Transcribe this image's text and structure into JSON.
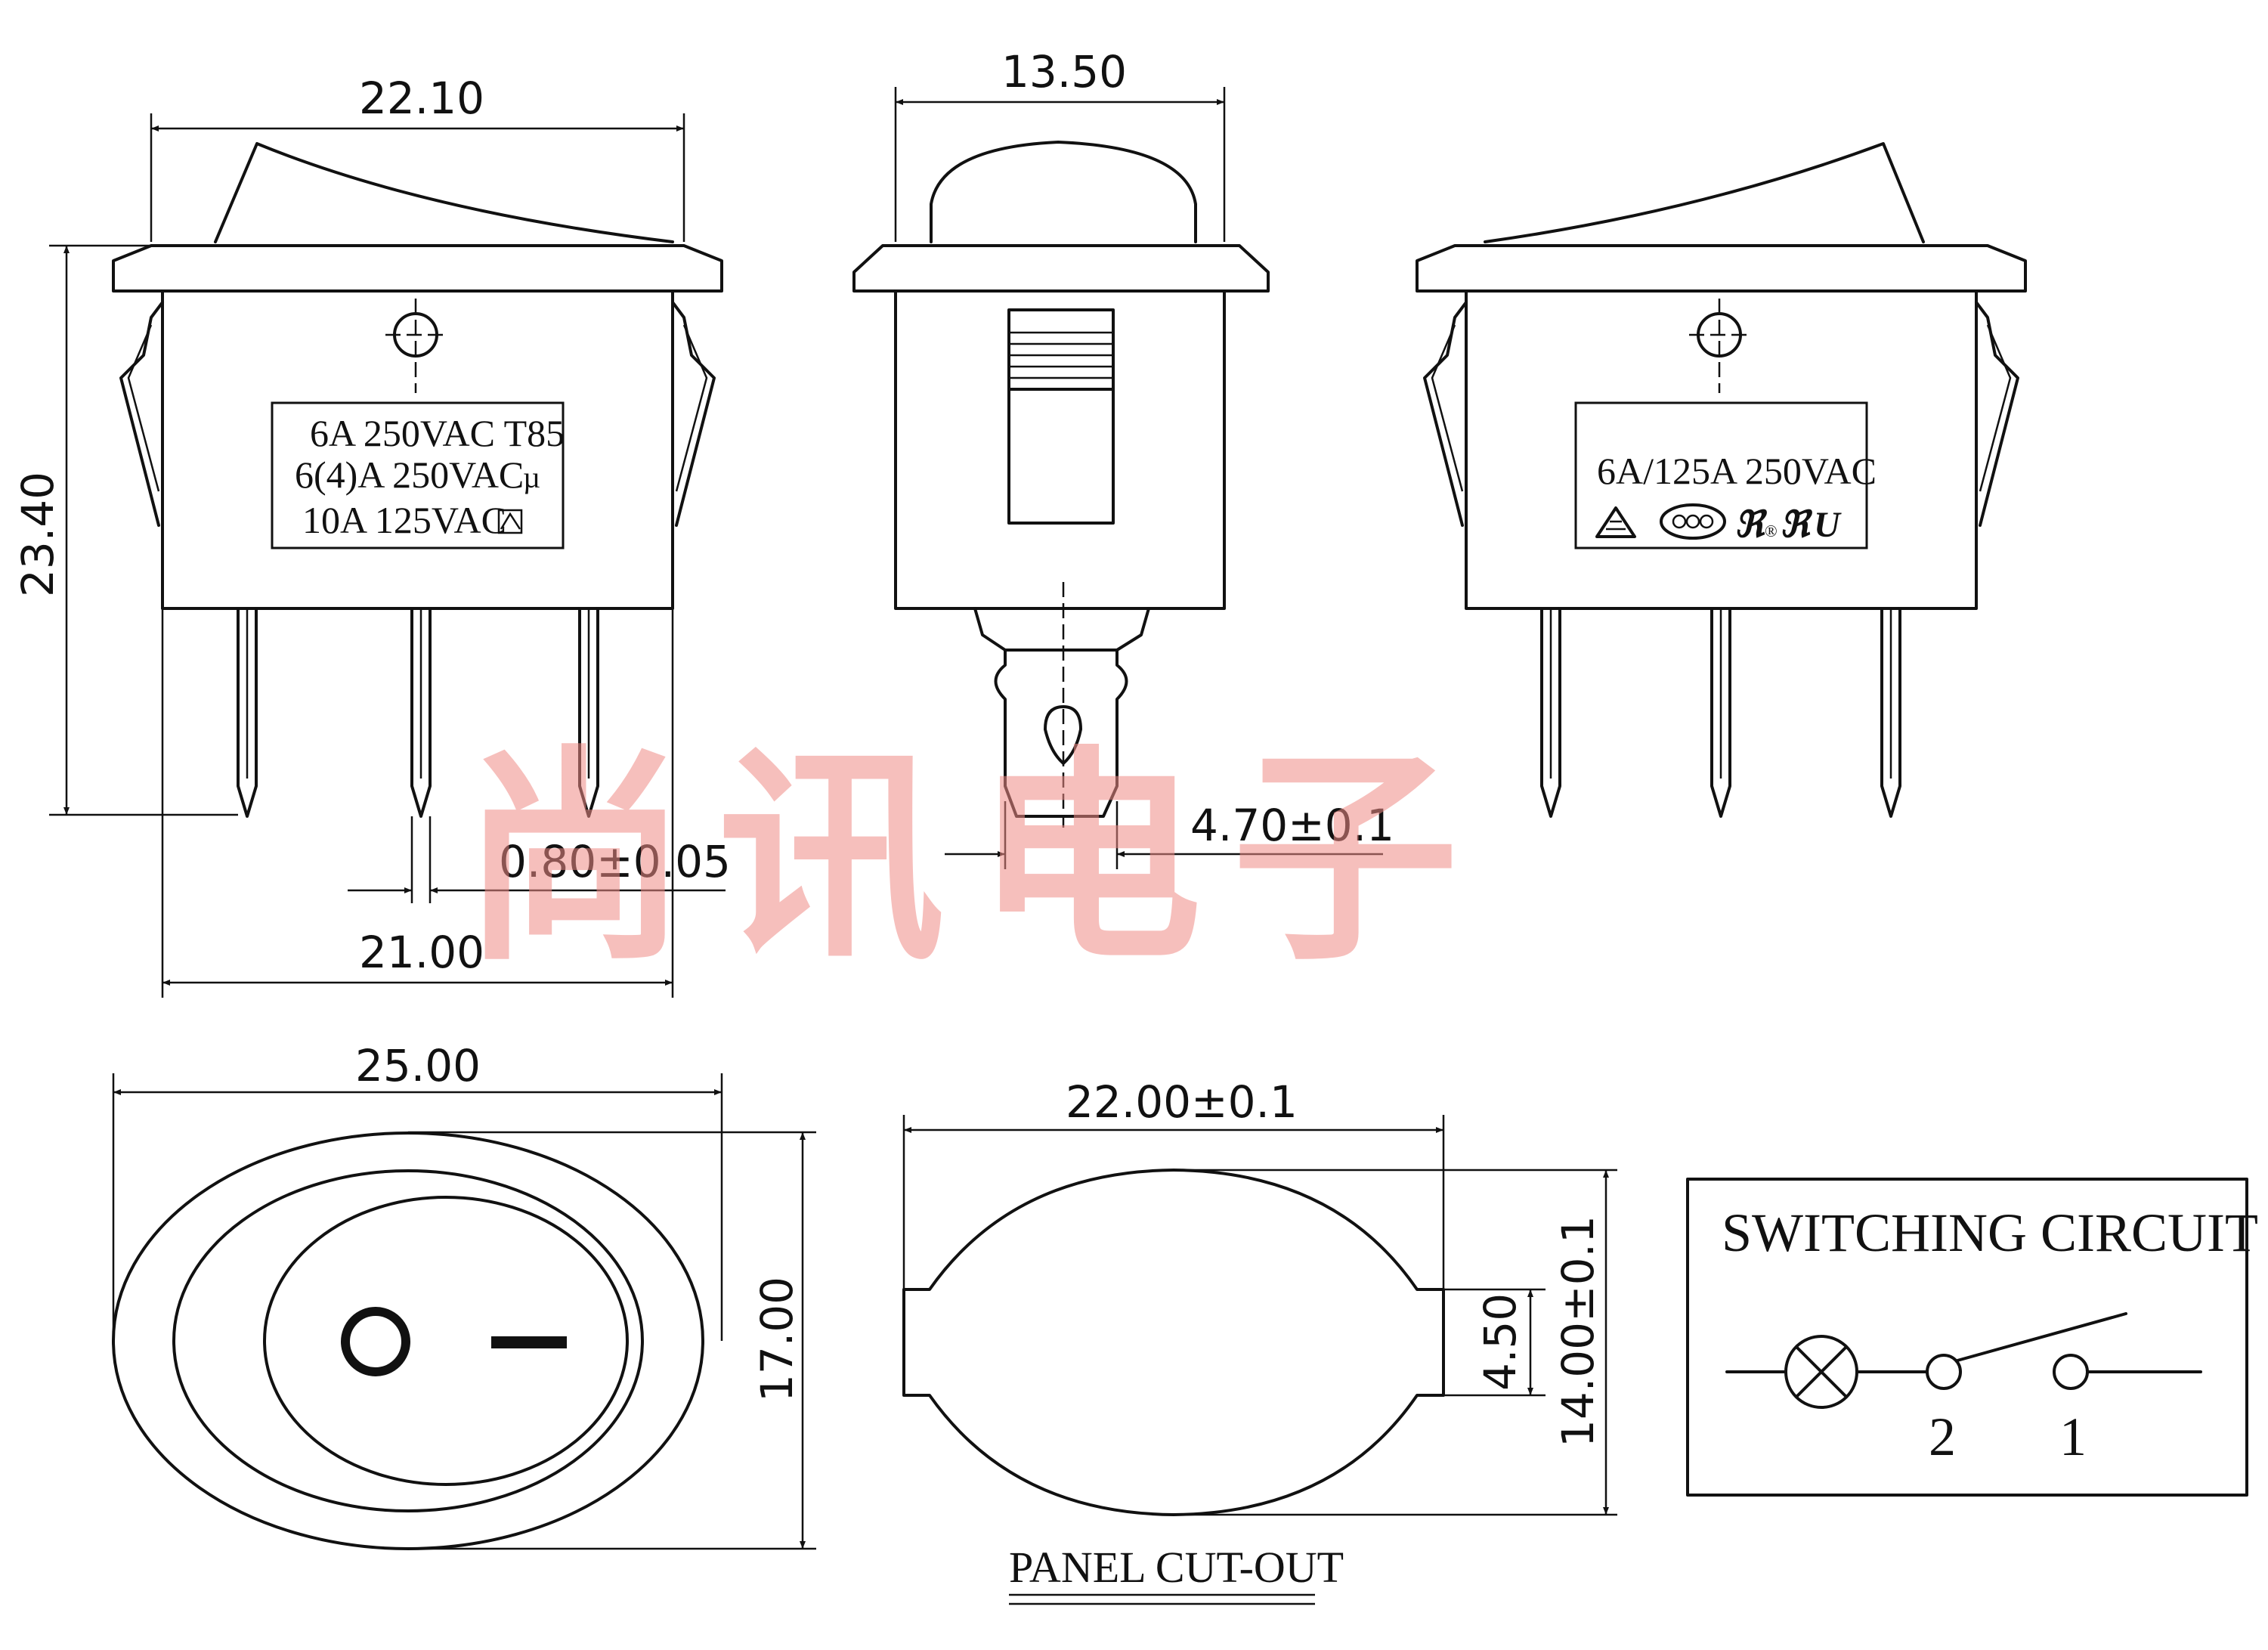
{
  "dimensions": {
    "front_width": "22.10",
    "side_width": "13.50",
    "height": "23.40",
    "pin_thickness": "0.80±0.05",
    "pin_span": "21.00",
    "terminal_width": "4.70±0.1",
    "bezel_width": "25.00",
    "bezel_height": "17.00",
    "cutout_width": "22.00±0.1",
    "cutout_notch": "4.50",
    "cutout_height": "14.00±0.1"
  },
  "left_label": {
    "line1": "6A  250VAC  T85",
    "line2": "6(4)A  250VAC",
    "line3": "10A  125VAC"
  },
  "right_label": {
    "rating": "6A/125A  250VAC"
  },
  "panel_cutout_title": "PANEL CUT-OUT",
  "switching_circuit": {
    "title": "SWITCHING CIRCUIT",
    "terminal_2": "2",
    "terminal_1": "1"
  },
  "watermark": "尚讯电子",
  "colors": {
    "watermark": "#f08b86",
    "line": "#111111"
  }
}
